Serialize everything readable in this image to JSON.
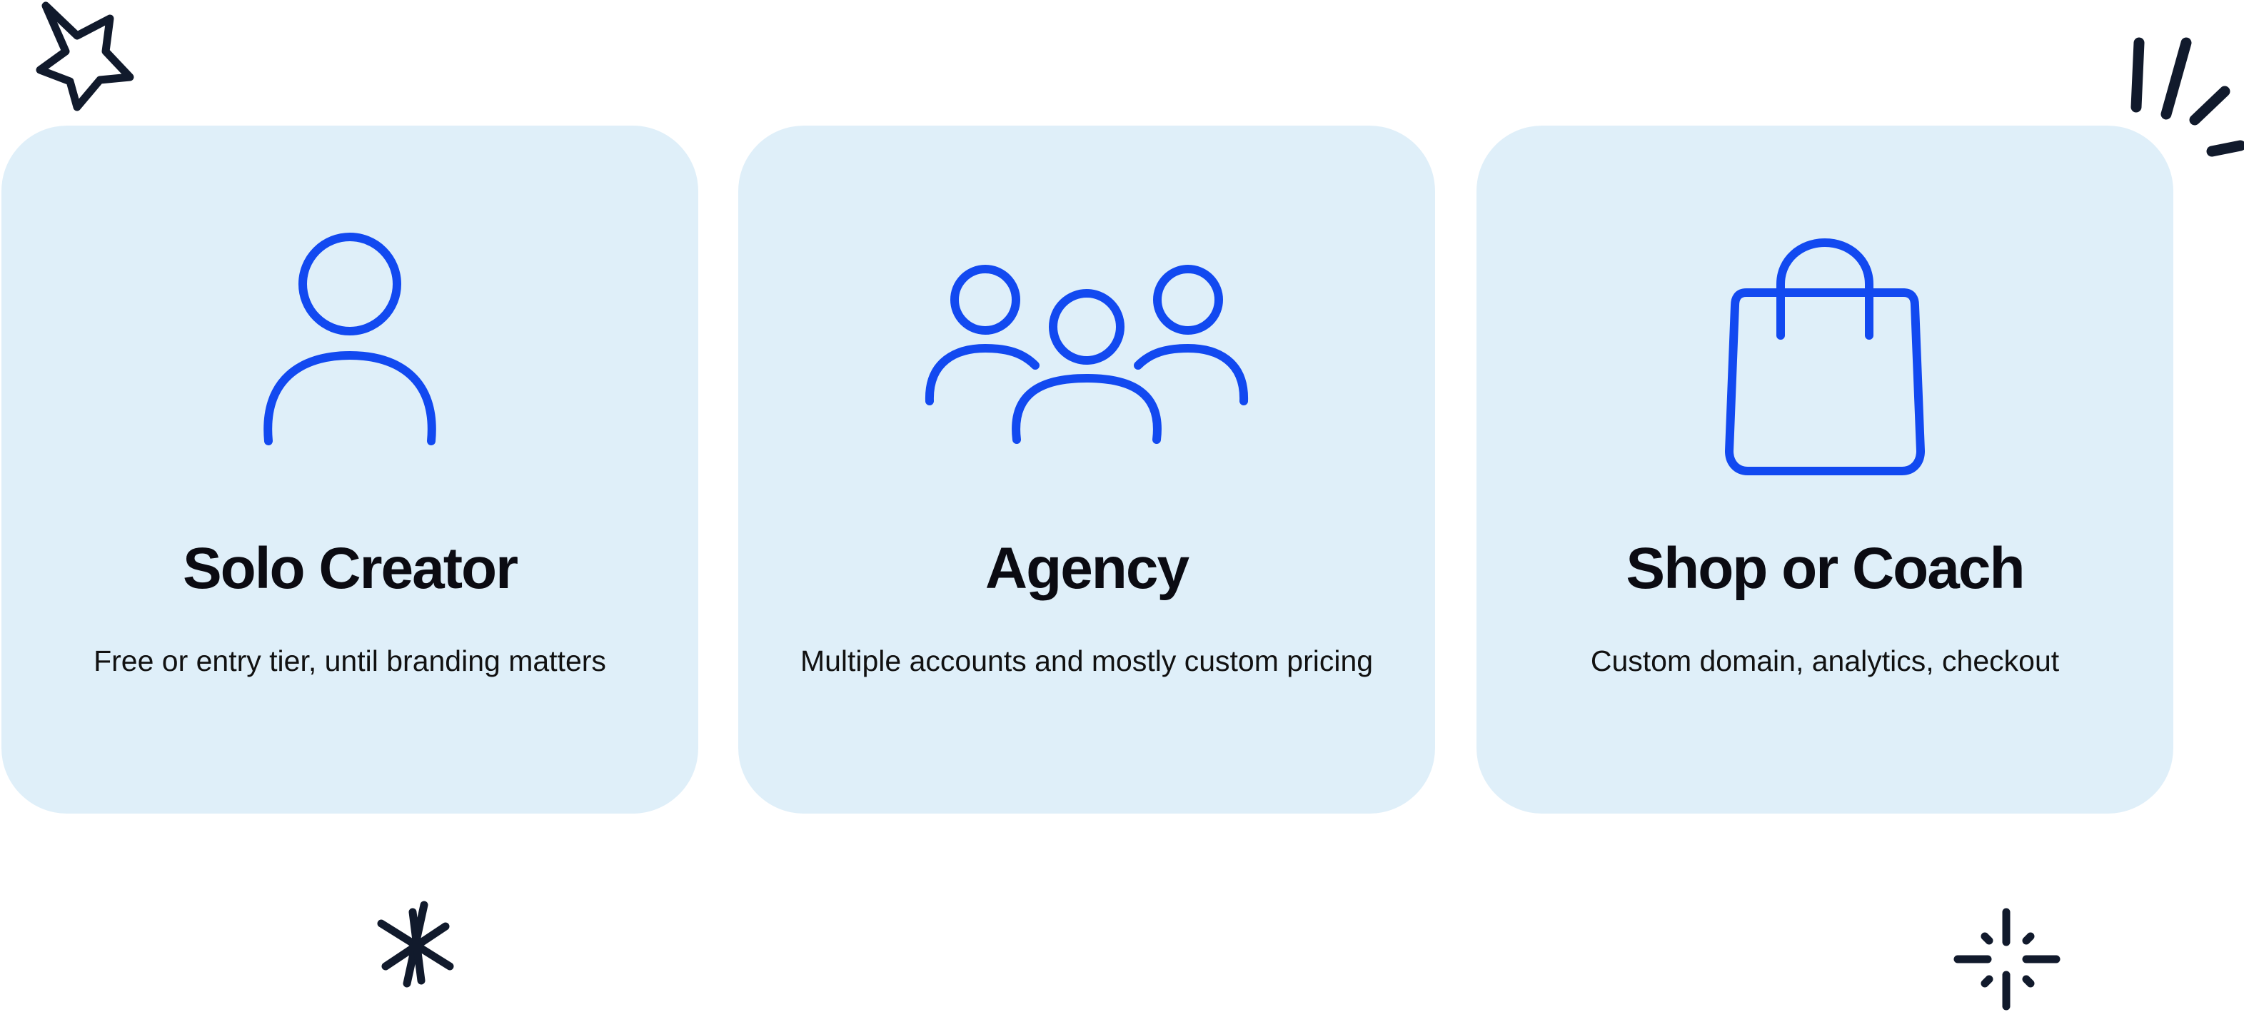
{
  "colors": {
    "card_background": "#dfeff9",
    "icon_stroke": "#1249f0",
    "title_text": "#0b0b12",
    "description_text": "#111111",
    "decoration": "#111a2c"
  },
  "cards": [
    {
      "icon": "person-icon",
      "title": "Solo Creator",
      "description": "Free or entry tier, until branding matters"
    },
    {
      "icon": "group-icon",
      "title": "Agency",
      "description": "Multiple accounts and mostly custom pricing"
    },
    {
      "icon": "shopping-bag-icon",
      "title": "Shop or Coach",
      "description": "Custom domain, analytics, checkout"
    }
  ],
  "decorations": [
    "star-doodle",
    "burst-lines-doodle",
    "asterisk-doodle",
    "sparkle-doodle"
  ]
}
